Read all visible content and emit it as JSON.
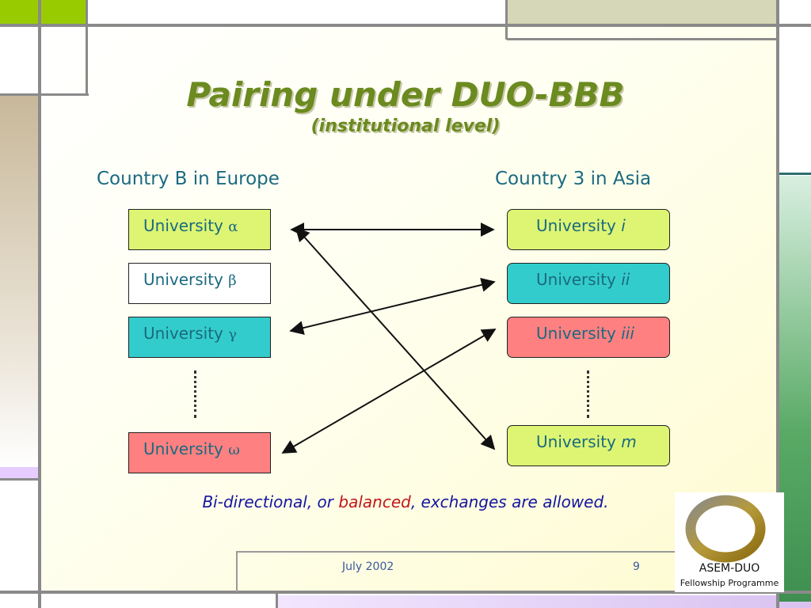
{
  "title": "Pairing under DUO-BBB",
  "subtitle": "(institutional level)",
  "left_heading": "Country B in Europe",
  "right_heading": "Country 3 in Asia",
  "left_universities": [
    {
      "label": "University ",
      "symbol": "α",
      "color": "#ddf573"
    },
    {
      "label": "University ",
      "symbol": "β",
      "color": "#ffffff"
    },
    {
      "label": "University ",
      "symbol": "γ",
      "color": "#33cccc"
    },
    {
      "label": "University ",
      "symbol": "ω",
      "color": "#ff8080"
    }
  ],
  "right_universities": [
    {
      "label": "University ",
      "numeral": "i",
      "color": "#ddf573"
    },
    {
      "label": "University ",
      "numeral": "ii",
      "color": "#33cccc"
    },
    {
      "label": "University ",
      "numeral": "iii",
      "color": "#ff8080"
    },
    {
      "label": "University ",
      "numeral": "m",
      "color": "#ddf573"
    }
  ],
  "note": {
    "before": "Bi-directional, or ",
    "highlight": "balanced",
    "after": ", exchanges are allowed."
  },
  "footer": {
    "date": "July 2002",
    "page_number": "9"
  },
  "logo": {
    "name": "ASEM-DUO",
    "tagline": "Fellowship Programme"
  },
  "colors": {
    "title": "#6b8a1f",
    "heading": "#1a6a80",
    "note": "#1515a0",
    "highlight": "#c01818",
    "deco_green": "#99cc00",
    "deco_olive": "#d6d6b8",
    "deco_lavender": "#e6ccff"
  }
}
